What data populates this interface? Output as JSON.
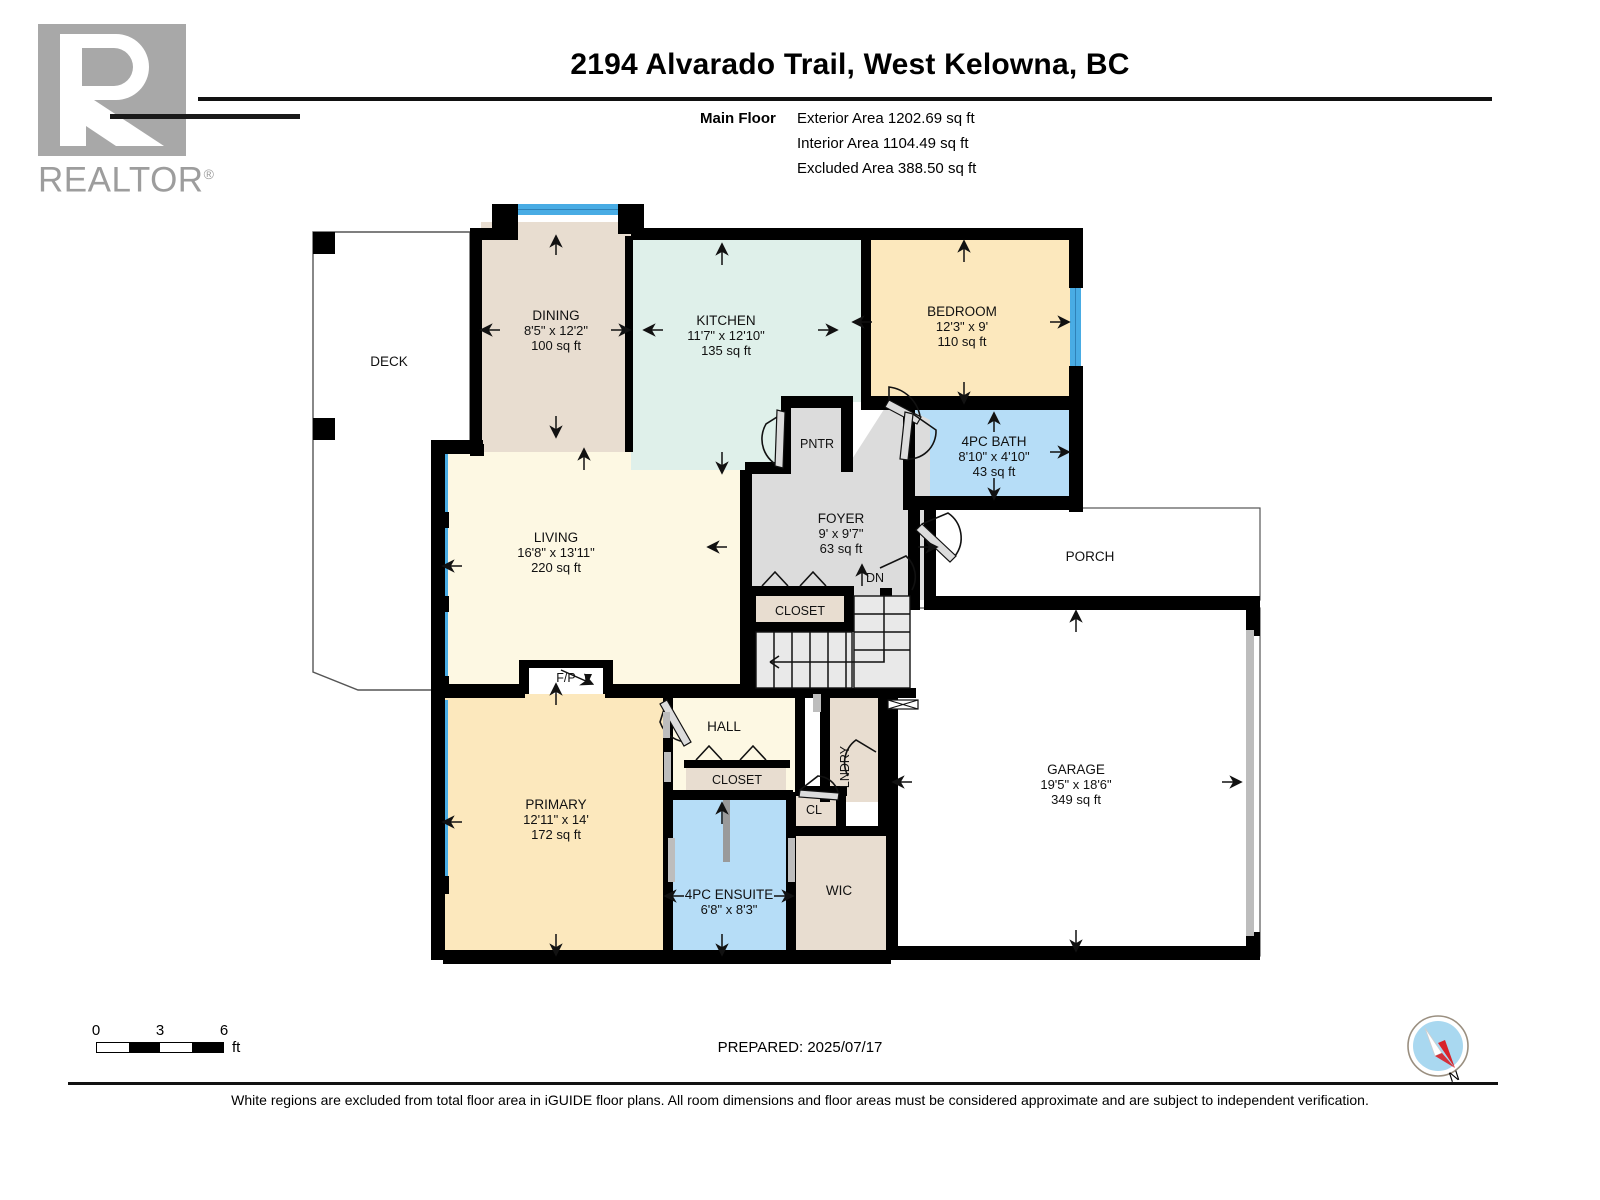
{
  "brand": {
    "logo_name": "REALTOR",
    "logo_mark_letter": "R",
    "registered_mark": "®"
  },
  "header": {
    "title": "2194 Alvarado Trail, West Kelowna, BC",
    "floor_label": "Main Floor",
    "exterior_area": "Exterior Area 1202.69 sq ft",
    "interior_area": "Interior Area 1104.49 sq ft",
    "excluded_area": "Excluded Area 388.50 sq ft"
  },
  "footer": {
    "prepared": "PREPARED: 2025/07/17",
    "disclaimer": "White regions are excluded from total floor area in iGUIDE floor plans. All room dimensions and floor areas must be considered approximate and are subject to independent verification.",
    "scale": {
      "ticks": [
        "0",
        "3",
        "6"
      ],
      "unit": "ft"
    },
    "compass_label": "N"
  },
  "colors": {
    "wall": "#000000",
    "window": "#49ace4",
    "dining": "#e8ddd0",
    "kitchen": "#dff0ea",
    "bedroom": "#fce8bd",
    "living": "#fdf8e3",
    "bath": "#b6ddf7",
    "foyer": "#dcdcdc",
    "closet": "#e8ddd0",
    "excluded": "#ffffff",
    "logo_gray": "#a8a8a8",
    "compass_disc": "#a9d8f0",
    "compass_needle": "#d8232a"
  },
  "rooms": [
    {
      "name": "DECK",
      "label": "DECK",
      "dims": "",
      "area": ""
    },
    {
      "name": "DINING",
      "label": "DINING",
      "dims": "8'5\" x 12'2\"",
      "area": "100 sq ft"
    },
    {
      "name": "KITCHEN",
      "label": "KITCHEN",
      "dims": "11'7\" x 12'10\"",
      "area": "135 sq ft"
    },
    {
      "name": "BEDROOM",
      "label": "BEDROOM",
      "dims": "12'3\" x 9'",
      "area": "110 sq ft"
    },
    {
      "name": "PNTR",
      "label": "PNTR",
      "dims": "",
      "area": ""
    },
    {
      "name": "4PC BATH",
      "label": "4PC BATH",
      "dims": "8'10\" x 4'10\"",
      "area": "43 sq ft"
    },
    {
      "name": "LIVING",
      "label": "LIVING",
      "dims": "16'8\" x 13'11\"",
      "area": "220 sq ft"
    },
    {
      "name": "FOYER",
      "label": "FOYER",
      "dims": "9' x 9'7\"",
      "area": "63 sq ft"
    },
    {
      "name": "PORCH",
      "label": "PORCH",
      "dims": "",
      "area": ""
    },
    {
      "name": "CLOSET_FOYER",
      "label": "CLOSET",
      "dims": "",
      "area": ""
    },
    {
      "name": "F/P",
      "label": "F/P",
      "dims": "",
      "area": ""
    },
    {
      "name": "HALL",
      "label": "HALL",
      "dims": "",
      "area": ""
    },
    {
      "name": "LNDRY",
      "label": "LNDRY",
      "dims": "",
      "area": ""
    },
    {
      "name": "GARAGE",
      "label": "GARAGE",
      "dims": "19'5\" x 18'6\"",
      "area": "349 sq ft"
    },
    {
      "name": "CLOSET_HALL",
      "label": "CLOSET",
      "dims": "",
      "area": ""
    },
    {
      "name": "CL",
      "label": "CL",
      "dims": "",
      "area": ""
    },
    {
      "name": "PRIMARY",
      "label": "PRIMARY",
      "dims": "12'11\" x 14'",
      "area": "172 sq ft"
    },
    {
      "name": "4PC ENSUITE",
      "label": "4PC ENSUITE",
      "dims": "6'8\" x 8'3\"",
      "area": ""
    },
    {
      "name": "WIC",
      "label": "WIC",
      "dims": "",
      "area": ""
    },
    {
      "name": "DN",
      "label": "DN",
      "dims": "",
      "area": ""
    }
  ],
  "labels": {
    "deck": "DECK",
    "dining_name": "DINING",
    "dining_dims": "8'5\" x 12'2\"",
    "dining_area": "100 sq ft",
    "kitchen_name": "KITCHEN",
    "kitchen_dims": "11'7\" x 12'10\"",
    "kitchen_area": "135 sq ft",
    "bedroom_name": "BEDROOM",
    "bedroom_dims": "12'3\" x 9'",
    "bedroom_area": "110 sq ft",
    "pntr": "PNTR",
    "bath_name": "4PC BATH",
    "bath_dims": "8'10\" x 4'10\"",
    "bath_area": "43 sq ft",
    "living_name": "LIVING",
    "living_dims": "16'8\" x 13'11\"",
    "living_area": "220 sq ft",
    "foyer_name": "FOYER",
    "foyer_dims": "9' x 9'7\"",
    "foyer_area": "63 sq ft",
    "porch": "PORCH",
    "closet_foyer": "CLOSET",
    "fp": "F/P",
    "hall": "HALL",
    "lndry": "LNDRY",
    "garage_name": "GARAGE",
    "garage_dims": "19'5\" x 18'6\"",
    "garage_area": "349 sq ft",
    "closet_hall": "CLOSET",
    "cl": "CL",
    "primary_name": "PRIMARY",
    "primary_dims": "12'11\" x 14'",
    "primary_area": "172 sq ft",
    "ensuite_name": "4PC ENSUITE",
    "ensuite_dims": "6'8\" x 8'3\"",
    "wic": "WIC",
    "dn": "DN"
  }
}
